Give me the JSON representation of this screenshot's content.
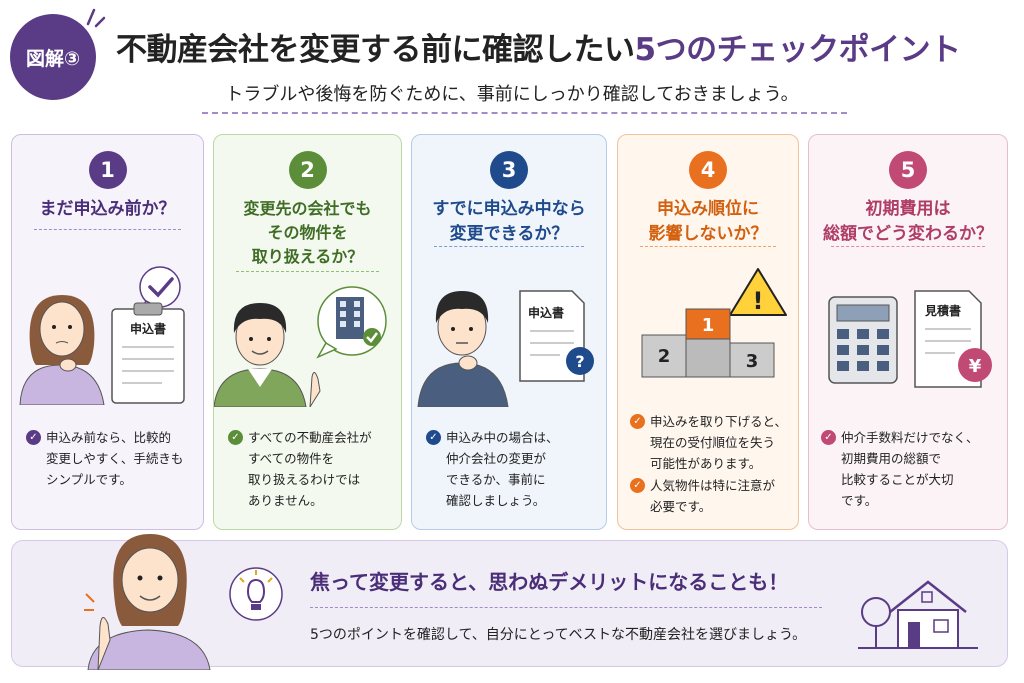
{
  "badge": "図解③",
  "title": {
    "main": "不動産会社を変更する前に確認したい",
    "highlight": "5つのチェックポイント"
  },
  "subtitle": "トラブルや後悔を防ぐために、事前にしっかり確認しておきましょう。",
  "colors": {
    "purple": "#5a3b86",
    "green": "#5c8e3a",
    "blue": "#1f4a8c",
    "orange": "#e8701e",
    "pink": "#c04a73"
  },
  "cards": [
    {
      "number": "1",
      "question": [
        "まだ申込み前か？"
      ],
      "doc_label": "申込書",
      "icon": "clipboard-check-icon",
      "bullets": [
        [
          "申込み前なら、比較的",
          "変更しやすく、手続きも",
          "シンプルです。"
        ]
      ]
    },
    {
      "number": "2",
      "question": [
        "変更先の会社でも",
        "その物件を",
        "取り扱えるか？"
      ],
      "icon": "building-check-icon",
      "bullets": [
        [
          "すべての不動産会社が",
          "すべての物件を",
          "取り扱えるわけでは",
          "ありません。"
        ]
      ]
    },
    {
      "number": "3",
      "question": [
        "すでに申込み中なら",
        "変更できるか？"
      ],
      "doc_label": "申込書",
      "doc_mark": "?",
      "icon": "document-question-icon",
      "bullets": [
        [
          "申込み中の場合は、",
          "仲介会社の変更が",
          "できるか、事前に",
          "確認しましょう。"
        ]
      ]
    },
    {
      "number": "4",
      "question": [
        "申込み順位に",
        "影響しないか？"
      ],
      "podium": [
        "1",
        "2",
        "3"
      ],
      "warn": "!",
      "icon": "podium-warning-icon",
      "bullets": [
        [
          "申込みを取り下げると、",
          "現在の受付順位を失う",
          "可能性があります。"
        ],
        [
          "人気物件は特に注意が",
          "必要です。"
        ]
      ]
    },
    {
      "number": "5",
      "question": [
        "初期費用は",
        "総額でどう変わるか？"
      ],
      "doc_label": "見積書",
      "yen": "¥",
      "icon": "calculator-estimate-icon",
      "bullets": [
        [
          "仲介手数料だけでなく、",
          "初期費用の総額で",
          "比較することが大切",
          "です。"
        ]
      ]
    }
  ],
  "bottom": {
    "headline": "焦って変更すると、思わぬデメリットになることも！",
    "text": "5つのポイントを確認して、自分にとってベストな不動産会社を選びましょう。",
    "icons": [
      "lightbulb-icon",
      "house-icon"
    ]
  }
}
